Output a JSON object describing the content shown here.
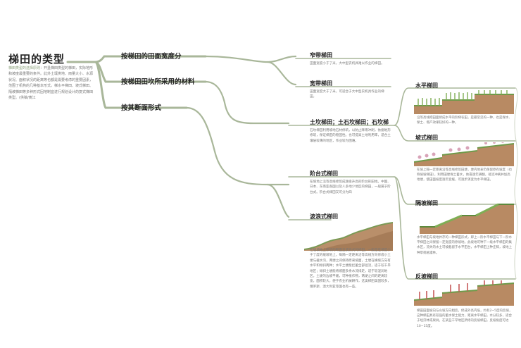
{
  "title": "梯田的类型",
  "intro": {
    "highlight": "梯田类型的选择原则",
    "text": "：开垦梯田类型的梯田，实际地形和坡度最重要的条件。此外土壤类地、雨量大小、水源状况、面积状况的距离等也都是需要考虑的重要因素，范围了机构的几种基本形式，梯水平梯田、坡式梯田、隔坡梯田等多种形式固地制宜进行规划设计的复式梯田类型。(供稿/黄江"
  },
  "branches": [
    {
      "label": "按梯田的田面宽度分"
    },
    {
      "label": "按梯田田坎所采用的材料"
    },
    {
      "label": "按其断面形式"
    }
  ],
  "nodes": {
    "narrow": {
      "title": "窄带梯田",
      "desc": "田面宽度小于了米，大中型农机具难以作业的梯田。"
    },
    "wide": {
      "title": "宽带梯田",
      "desc": "田面宽度大于了米，可适合于大中型农机具作业的梯田。"
    },
    "earth": {
      "title": "土坎梯田；土石坎梯田；石坎梯",
      "desc": "石坎梯田利用坡地石材修筑，以防止降雨冲刷，依据地形修筑，保证梯田的稳固性。也可提高土地利用率，适合土壤层较薄的地区，作业较为困难。"
    },
    "terrace": {
      "title": "阶台式梯田",
      "desc": "在坡地上沿等高线修筑成逐级升高的阶台形田地。中国、日本、东南亚各国以及人多地少地区的梯田，一般属于阶台式。阶台式梯田又可分为四"
    },
    "wave": {
      "title": "波浪式梯田",
      "desc": "在缓坡地上修筑的断面呈波浪式的梯田。一般是在坡度小于了度的缓坡地上，每隔一定距离沿等高线方向修成小土埂与截水沟，两埂之间保持原来坡面，土埂在横坡方向有水平和倾斜两种；水平土埂能拦蓄全部径流，适于较干旱地区；倾斜土埂能将坡面多余水流排走，适于较湿润地区。土埂的边坡平缓，可种植作物，两埂之间的距离较宽，面积较大，便于农业机械耕作，这类梯田美国较多，俄罗斯、澳大利亚等国也有一些。"
    }
  },
  "side": {
    "level": {
      "title": "水平梯田",
      "desc": "沿等高线把田面修成水平的阶梯农田，是最常见的一种，也是保水、保土、增产效果较好的一种。"
    },
    "slope": {
      "title": "坡式梯田",
      "desc": "在坡上隔一定距离沿等高线修筑田埂，埂内地表仍保留原有坡度（也称坡坡梯田），利用田埂保土蓄水，依靠逐年耕翻，径流冲刷并加高地埂，使田面坡度逐年变缓，可逐步演变为水平梯田。"
    },
    "sep": {
      "title": "隔坡梯田",
      "desc": "水平梯田与坡地并存的一种梯田形式，即上一阶水平梯田与下一阶水平梯田之间保留一定宽度的原坡地，此坡地可种下一级水平梯田的集水区，流失的水土可被截留于水平田台，水平梯田上种庄稼，坡地上种草或植灌林。"
    },
    "reverse": {
      "title": "反坡梯田",
      "desc": "梯田田面坡向与山坡方向相反，修成外高内低，约有2~5度的反坡，这种梯田具有较强的蓄水保土能力，距离水平梯田，水分较多，适合于经济林或果树。在某些干旱地区所修的反坡梯田，反坡角度可达10~15度。"
    }
  },
  "colors": {
    "line": "#a9b79a",
    "accent": "#8aa07a"
  }
}
